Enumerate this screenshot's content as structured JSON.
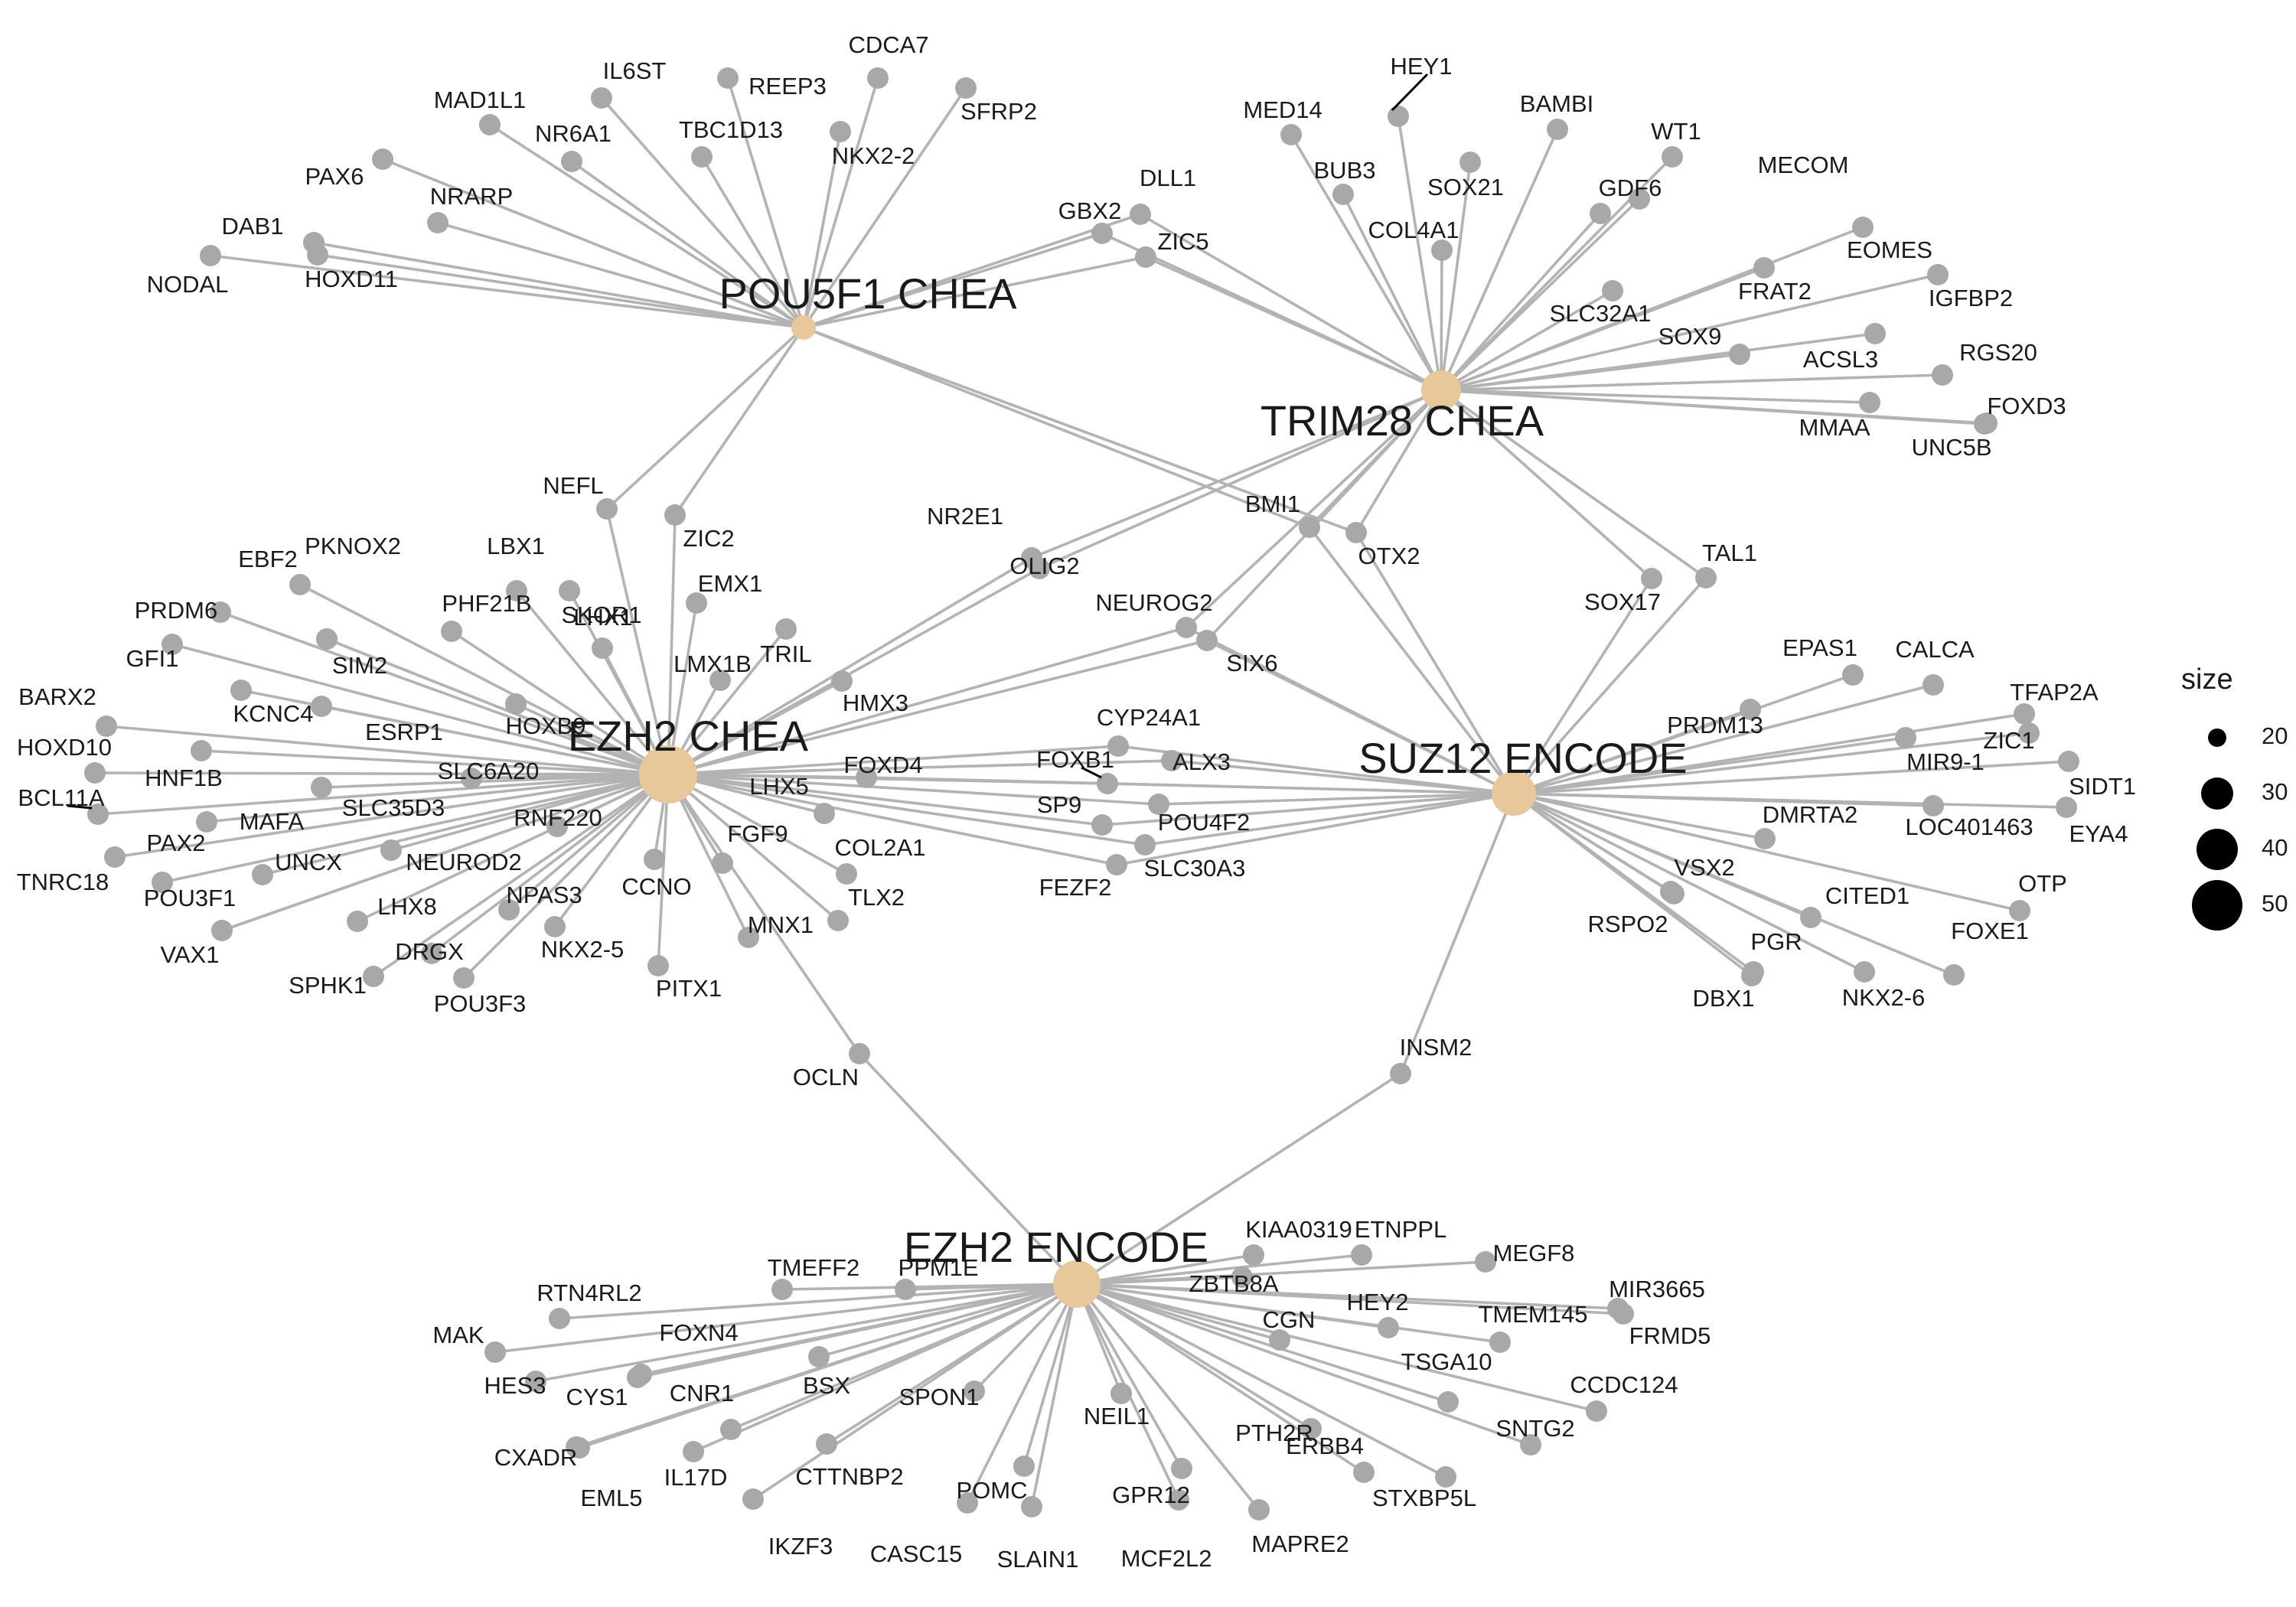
{
  "colors": {
    "hub": "#e8c79a",
    "gene": "#a8a8a8",
    "edge": "#b3b3b3",
    "legend": "#000000"
  },
  "legend": {
    "title": "size",
    "items": [
      {
        "label": "20",
        "value": 20
      },
      {
        "label": "30",
        "value": 30
      },
      {
        "label": "40",
        "value": 40
      },
      {
        "label": "50",
        "value": 50
      }
    ]
  },
  "hubs": [
    {
      "id": "POU5F1 CHEA",
      "label": "POU5F1 CHEA",
      "size": 20
    },
    {
      "id": "TRIM28 CHEA",
      "label": "TRIM28 CHEA",
      "size": 30
    },
    {
      "id": "EZH2 CHEA",
      "label": "EZH2 CHEA",
      "size": 45
    },
    {
      "id": "SUZ12 ENCODE",
      "label": "SUZ12 ENCODE",
      "size": 35
    },
    {
      "id": "EZH2 ENCODE",
      "label": "EZH2 ENCODE",
      "size": 38
    }
  ],
  "genes": [
    {
      "label": "NODAL",
      "hubs": [
        "POU5F1 CHEA"
      ]
    },
    {
      "label": "HOXD11",
      "hubs": [
        "POU5F1 CHEA"
      ]
    },
    {
      "label": "DAB1",
      "hubs": [
        "POU5F1 CHEA"
      ]
    },
    {
      "label": "PAX6",
      "hubs": [
        "POU5F1 CHEA"
      ]
    },
    {
      "label": "NRARP",
      "hubs": [
        "POU5F1 CHEA"
      ]
    },
    {
      "label": "MAD1L1",
      "hubs": [
        "POU5F1 CHEA"
      ]
    },
    {
      "label": "NR6A1",
      "hubs": [
        "POU5F1 CHEA"
      ]
    },
    {
      "label": "IL6ST",
      "hubs": [
        "POU5F1 CHEA"
      ]
    },
    {
      "label": "TBC1D13",
      "hubs": [
        "POU5F1 CHEA"
      ]
    },
    {
      "label": "REEP3",
      "hubs": [
        "POU5F1 CHEA"
      ]
    },
    {
      "label": "CDCA7",
      "hubs": [
        "POU5F1 CHEA"
      ]
    },
    {
      "label": "NKX2-2",
      "hubs": [
        "POU5F1 CHEA"
      ]
    },
    {
      "label": "SFRP2",
      "hubs": [
        "POU5F1 CHEA"
      ]
    },
    {
      "label": "GBX2",
      "hubs": [
        "POU5F1 CHEA",
        "TRIM28 CHEA"
      ]
    },
    {
      "label": "DLL1",
      "hubs": [
        "POU5F1 CHEA",
        "TRIM28 CHEA"
      ]
    },
    {
      "label": "ZIC5",
      "hubs": [
        "POU5F1 CHEA",
        "TRIM28 CHEA"
      ]
    },
    {
      "label": "NEFL",
      "hubs": [
        "POU5F1 CHEA",
        "EZH2 CHEA"
      ]
    },
    {
      "label": "ZIC2",
      "hubs": [
        "POU5F1 CHEA",
        "EZH2 CHEA"
      ]
    },
    {
      "label": "BMI1",
      "hubs": [
        "POU5F1 CHEA",
        "TRIM28 CHEA",
        "SUZ12 ENCODE"
      ]
    },
    {
      "label": "OTX2",
      "hubs": [
        "POU5F1 CHEA",
        "TRIM28 CHEA",
        "SUZ12 ENCODE"
      ]
    },
    {
      "label": "HEY1",
      "hubs": [
        "TRIM28 CHEA"
      ]
    },
    {
      "label": "MED14",
      "hubs": [
        "TRIM28 CHEA"
      ]
    },
    {
      "label": "BAMBI",
      "hubs": [
        "TRIM28 CHEA"
      ]
    },
    {
      "label": "WT1",
      "hubs": [
        "TRIM28 CHEA"
      ]
    },
    {
      "label": "BUB3",
      "hubs": [
        "TRIM28 CHEA"
      ]
    },
    {
      "label": "SOX21",
      "hubs": [
        "TRIM28 CHEA"
      ]
    },
    {
      "label": "GDF6",
      "hubs": [
        "TRIM28 CHEA"
      ]
    },
    {
      "label": "MECOM",
      "hubs": [
        "TRIM28 CHEA"
      ]
    },
    {
      "label": "COL4A1",
      "hubs": [
        "TRIM28 CHEA"
      ]
    },
    {
      "label": "EOMES",
      "hubs": [
        "TRIM28 CHEA"
      ]
    },
    {
      "label": "SLC32A1",
      "hubs": [
        "TRIM28 CHEA"
      ]
    },
    {
      "label": "FRAT2",
      "hubs": [
        "TRIM28 CHEA"
      ]
    },
    {
      "label": "IGFBP2",
      "hubs": [
        "TRIM28 CHEA"
      ]
    },
    {
      "label": "SOX9",
      "hubs": [
        "TRIM28 CHEA"
      ]
    },
    {
      "label": "ACSL3",
      "hubs": [
        "TRIM28 CHEA"
      ]
    },
    {
      "label": "RGS20",
      "hubs": [
        "TRIM28 CHEA"
      ]
    },
    {
      "label": "FOXD3",
      "hubs": [
        "TRIM28 CHEA"
      ]
    },
    {
      "label": "MMAA",
      "hubs": [
        "TRIM28 CHEA"
      ]
    },
    {
      "label": "UNC5B",
      "hubs": [
        "TRIM28 CHEA"
      ]
    },
    {
      "label": "NR2E1",
      "hubs": [
        "TRIM28 CHEA",
        "EZH2 CHEA"
      ]
    },
    {
      "label": "OLIG2",
      "hubs": [
        "TRIM28 CHEA",
        "EZH2 CHEA"
      ]
    },
    {
      "label": "NEUROG2",
      "hubs": [
        "TRIM28 CHEA",
        "EZH2 CHEA",
        "SUZ12 ENCODE"
      ]
    },
    {
      "label": "SIX6",
      "hubs": [
        "TRIM28 CHEA",
        "EZH2 CHEA",
        "SUZ12 ENCODE"
      ]
    },
    {
      "label": "SOX17",
      "hubs": [
        "TRIM28 CHEA",
        "SUZ12 ENCODE"
      ]
    },
    {
      "label": "TAL1",
      "hubs": [
        "TRIM28 CHEA",
        "SUZ12 ENCODE"
      ]
    },
    {
      "label": "EBF2",
      "hubs": [
        "EZH2 CHEA"
      ]
    },
    {
      "label": "PKNOX2",
      "hubs": [
        "EZH2 CHEA"
      ]
    },
    {
      "label": "LBX1",
      "hubs": [
        "EZH2 CHEA"
      ]
    },
    {
      "label": "PRDM6",
      "hubs": [
        "EZH2 CHEA"
      ]
    },
    {
      "label": "PHF21B",
      "hubs": [
        "EZH2 CHEA"
      ]
    },
    {
      "label": "SKOR1",
      "hubs": [
        "EZH2 CHEA"
      ]
    },
    {
      "label": "EMX1",
      "hubs": [
        "EZH2 CHEA"
      ]
    },
    {
      "label": "GFI1",
      "hubs": [
        "EZH2 CHEA"
      ]
    },
    {
      "label": "SIM2",
      "hubs": [
        "EZH2 CHEA"
      ]
    },
    {
      "label": "LHX1",
      "hubs": [
        "EZH2 CHEA"
      ]
    },
    {
      "label": "TRIL",
      "hubs": [
        "EZH2 CHEA"
      ]
    },
    {
      "label": "BARX2",
      "hubs": [
        "EZH2 CHEA"
      ]
    },
    {
      "label": "KCNC4",
      "hubs": [
        "EZH2 CHEA"
      ]
    },
    {
      "label": "LMX1B",
      "hubs": [
        "EZH2 CHEA"
      ]
    },
    {
      "label": "HMX3",
      "hubs": [
        "EZH2 CHEA"
      ]
    },
    {
      "label": "HOXD10",
      "hubs": [
        "EZH2 CHEA"
      ]
    },
    {
      "label": "ESRP1",
      "hubs": [
        "EZH2 CHEA"
      ]
    },
    {
      "label": "HOXB9",
      "hubs": [
        "EZH2 CHEA"
      ]
    },
    {
      "label": "HNF1B",
      "hubs": [
        "EZH2 CHEA"
      ]
    },
    {
      "label": "SLC6A20",
      "hubs": [
        "EZH2 CHEA"
      ]
    },
    {
      "label": "BCL11A",
      "hubs": [
        "EZH2 CHEA"
      ]
    },
    {
      "label": "MAFA",
      "hubs": [
        "EZH2 CHEA"
      ]
    },
    {
      "label": "SLC35D3",
      "hubs": [
        "EZH2 CHEA"
      ]
    },
    {
      "label": "PAX2",
      "hubs": [
        "EZH2 CHEA"
      ]
    },
    {
      "label": "RNF220",
      "hubs": [
        "EZH2 CHEA"
      ]
    },
    {
      "label": "TNRC18",
      "hubs": [
        "EZH2 CHEA"
      ]
    },
    {
      "label": "UNCX",
      "hubs": [
        "EZH2 CHEA"
      ]
    },
    {
      "label": "NEUROD2",
      "hubs": [
        "EZH2 CHEA"
      ]
    },
    {
      "label": "POU3F1",
      "hubs": [
        "EZH2 CHEA"
      ]
    },
    {
      "label": "CCNO",
      "hubs": [
        "EZH2 CHEA"
      ]
    },
    {
      "label": "VAX1",
      "hubs": [
        "EZH2 CHEA"
      ]
    },
    {
      "label": "LHX8",
      "hubs": [
        "EZH2 CHEA"
      ]
    },
    {
      "label": "NPAS3",
      "hubs": [
        "EZH2 CHEA"
      ]
    },
    {
      "label": "SPHK1",
      "hubs": [
        "EZH2 CHEA"
      ]
    },
    {
      "label": "DRGX",
      "hubs": [
        "EZH2 CHEA"
      ]
    },
    {
      "label": "NKX2-5",
      "hubs": [
        "EZH2 CHEA"
      ]
    },
    {
      "label": "POU3F3",
      "hubs": [
        "EZH2 CHEA"
      ]
    },
    {
      "label": "PITX1",
      "hubs": [
        "EZH2 CHEA"
      ]
    },
    {
      "label": "LHX5",
      "hubs": [
        "EZH2 CHEA"
      ]
    },
    {
      "label": "FGF9",
      "hubs": [
        "EZH2 CHEA"
      ]
    },
    {
      "label": "COL2A1",
      "hubs": [
        "EZH2 CHEA"
      ]
    },
    {
      "label": "TLX2",
      "hubs": [
        "EZH2 CHEA"
      ]
    },
    {
      "label": "MNX1",
      "hubs": [
        "EZH2 CHEA"
      ]
    },
    {
      "label": "FOXD4",
      "hubs": [
        "EZH2 CHEA",
        "SUZ12 ENCODE"
      ]
    },
    {
      "label": "CYP24A1",
      "hubs": [
        "EZH2 CHEA",
        "SUZ12 ENCODE"
      ]
    },
    {
      "label": "FOXB1",
      "hubs": [
        "EZH2 CHEA",
        "SUZ12 ENCODE"
      ]
    },
    {
      "label": "ALX3",
      "hubs": [
        "EZH2 CHEA",
        "SUZ12 ENCODE"
      ]
    },
    {
      "label": "SP9",
      "hubs": [
        "EZH2 CHEA",
        "SUZ12 ENCODE"
      ]
    },
    {
      "label": "POU4F2",
      "hubs": [
        "EZH2 CHEA",
        "SUZ12 ENCODE"
      ]
    },
    {
      "label": "SLC30A3",
      "hubs": [
        "EZH2 CHEA",
        "SUZ12 ENCODE"
      ]
    },
    {
      "label": "FEZF2",
      "hubs": [
        "EZH2 CHEA",
        "SUZ12 ENCODE"
      ]
    },
    {
      "label": "OCLN",
      "hubs": [
        "EZH2 CHEA",
        "EZH2 ENCODE"
      ]
    },
    {
      "label": "EPAS1",
      "hubs": [
        "SUZ12 ENCODE"
      ]
    },
    {
      "label": "CALCA",
      "hubs": [
        "SUZ12 ENCODE"
      ]
    },
    {
      "label": "PRDM13",
      "hubs": [
        "SUZ12 ENCODE"
      ]
    },
    {
      "label": "TFAP2A",
      "hubs": [
        "SUZ12 ENCODE"
      ]
    },
    {
      "label": "ZIC1",
      "hubs": [
        "SUZ12 ENCODE"
      ]
    },
    {
      "label": "MIR9-1",
      "hubs": [
        "SUZ12 ENCODE"
      ]
    },
    {
      "label": "SIDT1",
      "hubs": [
        "SUZ12 ENCODE"
      ]
    },
    {
      "label": "DMRTA2",
      "hubs": [
        "SUZ12 ENCODE"
      ]
    },
    {
      "label": "LOC401463",
      "hubs": [
        "SUZ12 ENCODE"
      ]
    },
    {
      "label": "EYA4",
      "hubs": [
        "SUZ12 ENCODE"
      ]
    },
    {
      "label": "VSX2",
      "hubs": [
        "SUZ12 ENCODE"
      ]
    },
    {
      "label": "CITED1",
      "hubs": [
        "SUZ12 ENCODE"
      ]
    },
    {
      "label": "OTP",
      "hubs": [
        "SUZ12 ENCODE"
      ]
    },
    {
      "label": "RSPO2",
      "hubs": [
        "SUZ12 ENCODE"
      ]
    },
    {
      "label": "PGR",
      "hubs": [
        "SUZ12 ENCODE"
      ]
    },
    {
      "label": "FOXE1",
      "hubs": [
        "SUZ12 ENCODE"
      ]
    },
    {
      "label": "DBX1",
      "hubs": [
        "SUZ12 ENCODE"
      ]
    },
    {
      "label": "NKX2-6",
      "hubs": [
        "SUZ12 ENCODE"
      ]
    },
    {
      "label": "INSM2",
      "hubs": [
        "SUZ12 ENCODE",
        "EZH2 ENCODE"
      ]
    },
    {
      "label": "TMEFF2",
      "hubs": [
        "EZH2 ENCODE"
      ]
    },
    {
      "label": "PPM1E",
      "hubs": [
        "EZH2 ENCODE"
      ]
    },
    {
      "label": "KIAA0319",
      "hubs": [
        "EZH2 ENCODE"
      ]
    },
    {
      "label": "ETNPPL",
      "hubs": [
        "EZH2 ENCODE"
      ]
    },
    {
      "label": "MEGF8",
      "hubs": [
        "EZH2 ENCODE"
      ]
    },
    {
      "label": "RTN4RL2",
      "hubs": [
        "EZH2 ENCODE"
      ]
    },
    {
      "label": "ZBTB8A",
      "hubs": [
        "EZH2 ENCODE"
      ]
    },
    {
      "label": "MIR3665",
      "hubs": [
        "EZH2 ENCODE"
      ]
    },
    {
      "label": "MAK",
      "hubs": [
        "EZH2 ENCODE"
      ]
    },
    {
      "label": "FOXN4",
      "hubs": [
        "EZH2 ENCODE"
      ]
    },
    {
      "label": "HEY2",
      "hubs": [
        "EZH2 ENCODE"
      ]
    },
    {
      "label": "CGN",
      "hubs": [
        "EZH2 ENCODE"
      ]
    },
    {
      "label": "TMEM145",
      "hubs": [
        "EZH2 ENCODE"
      ]
    },
    {
      "label": "FRMD5",
      "hubs": [
        "EZH2 ENCODE"
      ]
    },
    {
      "label": "HES3",
      "hubs": [
        "EZH2 ENCODE"
      ]
    },
    {
      "label": "CYS1",
      "hubs": [
        "EZH2 ENCODE"
      ]
    },
    {
      "label": "BSX",
      "hubs": [
        "EZH2 ENCODE"
      ]
    },
    {
      "label": "TSGA10",
      "hubs": [
        "EZH2 ENCODE"
      ]
    },
    {
      "label": "CCDC124",
      "hubs": [
        "EZH2 ENCODE"
      ]
    },
    {
      "label": "CNR1",
      "hubs": [
        "EZH2 ENCODE"
      ]
    },
    {
      "label": "SPON1",
      "hubs": [
        "EZH2 ENCODE"
      ]
    },
    {
      "label": "NEIL1",
      "hubs": [
        "EZH2 ENCODE"
      ]
    },
    {
      "label": "SNTG2",
      "hubs": [
        "EZH2 ENCODE"
      ]
    },
    {
      "label": "CXADR",
      "hubs": [
        "EZH2 ENCODE"
      ]
    },
    {
      "label": "PTH2R",
      "hubs": [
        "EZH2 ENCODE"
      ]
    },
    {
      "label": "IL17D",
      "hubs": [
        "EZH2 ENCODE"
      ]
    },
    {
      "label": "EML5",
      "hubs": [
        "EZH2 ENCODE"
      ]
    },
    {
      "label": "CTTNBP2",
      "hubs": [
        "EZH2 ENCODE"
      ]
    },
    {
      "label": "ERBB4",
      "hubs": [
        "EZH2 ENCODE"
      ]
    },
    {
      "label": "STXBP5L",
      "hubs": [
        "EZH2 ENCODE"
      ]
    },
    {
      "label": "POMC",
      "hubs": [
        "EZH2 ENCODE"
      ]
    },
    {
      "label": "GPR12",
      "hubs": [
        "EZH2 ENCODE"
      ]
    },
    {
      "label": "IKZF3",
      "hubs": [
        "EZH2 ENCODE"
      ]
    },
    {
      "label": "CASC15",
      "hubs": [
        "EZH2 ENCODE"
      ]
    },
    {
      "label": "SLAIN1",
      "hubs": [
        "EZH2 ENCODE"
      ]
    },
    {
      "label": "MCF2L2",
      "hubs": [
        "EZH2 ENCODE"
      ]
    },
    {
      "label": "MAPRE2",
      "hubs": [
        "EZH2 ENCODE"
      ]
    }
  ]
}
